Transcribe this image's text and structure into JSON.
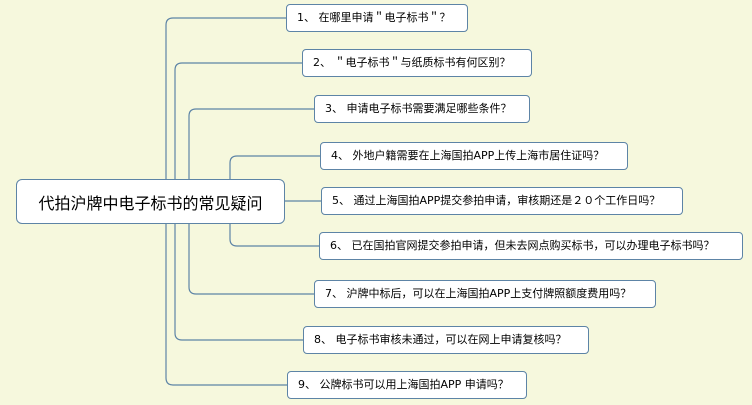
{
  "root": {
    "label": "代拍沪牌中电子标书的常见疑问"
  },
  "branches": [
    {
      "label": "1、  在哪里申请＂电子标书＂？"
    },
    {
      "label": "2、 ＂电子标书＂与纸质标书有何区别？"
    },
    {
      "label": "3、  申请电子标书需要满足哪些条件？"
    },
    {
      "label": "4、  外地户籍需要在上海国拍APP上传上海市居住证吗？"
    },
    {
      "label": "5、  通过上海国拍APP提交参拍申请，审核期还是２０个工作日吗？"
    },
    {
      "label": "6、  已在国拍官网提交参拍申请，但未去网点购买标书，可以办理电子标书吗？"
    },
    {
      "label": "7、  沪牌中标后，可以在上海国拍APP上支付牌照额度费用吗？"
    },
    {
      "label": "8、  电子标书审核未通过，可以在网上申请复核吗？"
    },
    {
      "label": "9、  公牌标书可以用上海国拍APP 申请吗？"
    }
  ],
  "colors": {
    "background": "#f6f8dd",
    "connector": "#5d84a6",
    "node_border": "#5d84a6",
    "node_fill": "#ffffff"
  }
}
